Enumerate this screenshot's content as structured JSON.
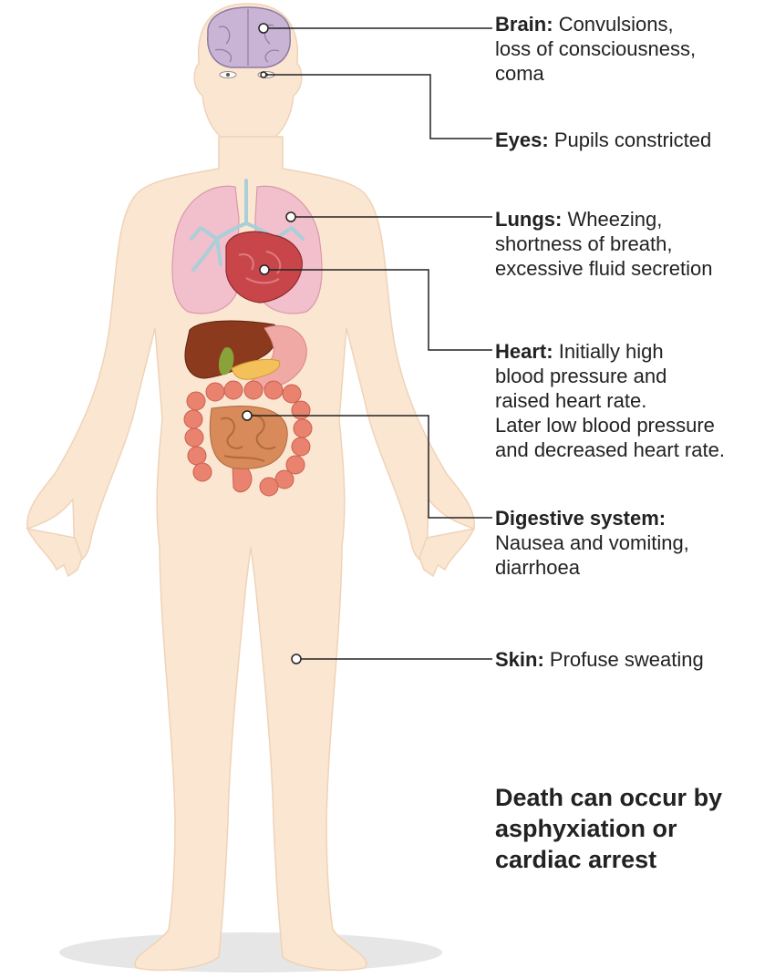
{
  "labels": {
    "brain": {
      "title": "Brain:",
      "line1": "Convulsions,",
      "rest": [
        "loss of consciousness,",
        "coma"
      ]
    },
    "eyes": {
      "title": "Eyes:",
      "line1": "Pupils constricted",
      "rest": []
    },
    "lungs": {
      "title": "Lungs:",
      "line1": "Wheezing,",
      "rest": [
        "shortness of breath,",
        "excessive fluid secretion"
      ]
    },
    "heart": {
      "title": "Heart:",
      "line1": "Initially high",
      "rest": [
        "blood pressure and",
        "raised heart rate.",
        "Later low blood pressure",
        "and decreased heart rate."
      ]
    },
    "digestive": {
      "title": "Digestive system:",
      "line1": "",
      "rest": [
        "Nausea and vomiting,",
        "diarrhoea"
      ]
    },
    "skin": {
      "title": "Skin:",
      "line1": "Profuse sweating",
      "rest": []
    }
  },
  "conclusion": [
    "Death can occur by",
    "asphyxiation or",
    "cardiac arrest"
  ],
  "colors": {
    "skin": "#fbe6d2",
    "skin_outline": "#efd3b8",
    "lungs": "#f2bfcc",
    "bronchi": "#a9cfd9",
    "heart": "#c8464a",
    "liver": "#8b3a1e",
    "stomach": "#f0a9a5",
    "intestine": "#e9826e",
    "small_intestine": "#d88a5a",
    "gallbladder": "#8aa23a",
    "pancreas": "#f3c05a",
    "brain": "#c9b4d6",
    "leader_line": "#222222"
  }
}
